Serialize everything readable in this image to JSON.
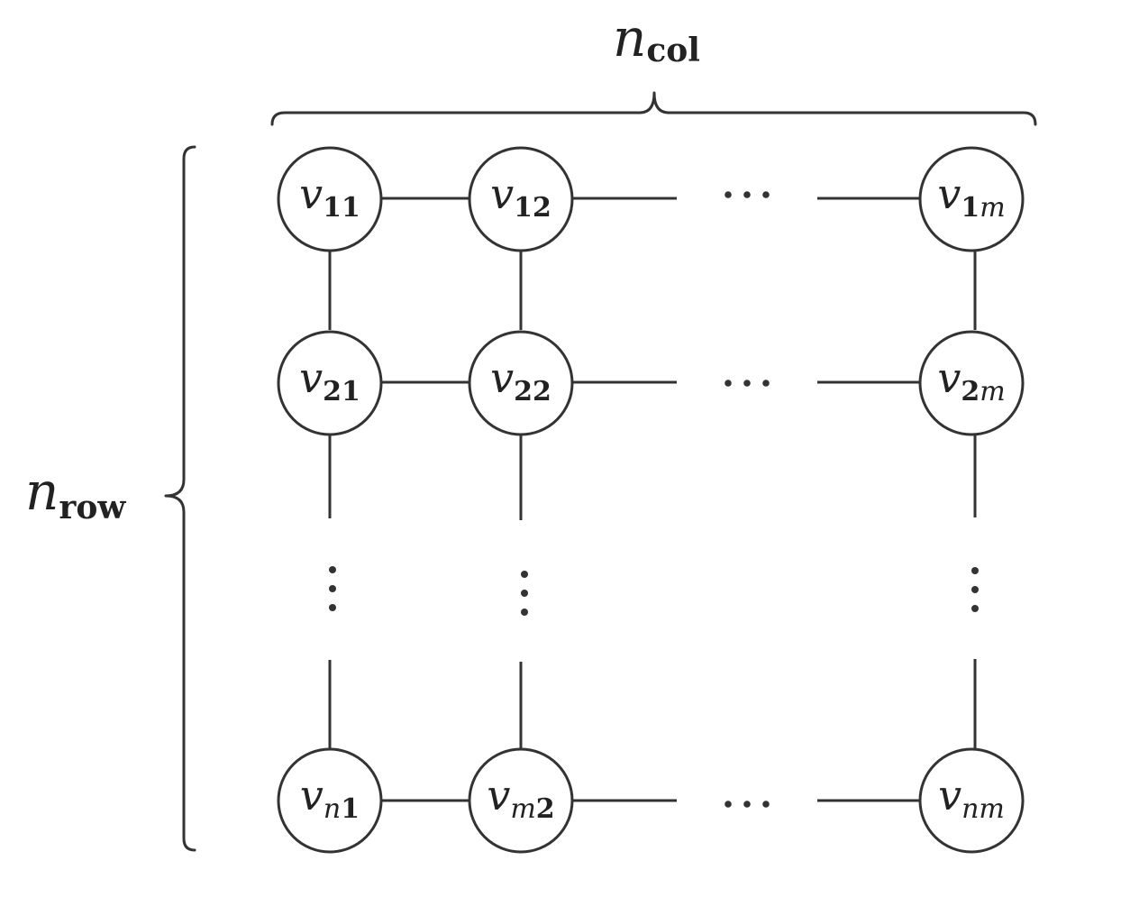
{
  "diagram": {
    "col_label": {
      "var": "n",
      "sub": "col"
    },
    "row_label": {
      "var": "n",
      "sub": "row"
    },
    "nodes": [
      {
        "id": "v11",
        "row": 1,
        "col": 1,
        "var": "v",
        "sub": [
          {
            "t": "1",
            "s": "bold"
          },
          {
            "t": "1",
            "s": "bold"
          }
        ]
      },
      {
        "id": "v12",
        "row": 1,
        "col": 2,
        "var": "v",
        "sub": [
          {
            "t": "1",
            "s": "bold"
          },
          {
            "t": "2",
            "s": "bold"
          }
        ]
      },
      {
        "id": "v1m",
        "row": 1,
        "col": 3,
        "var": "v",
        "sub": [
          {
            "t": "1",
            "s": "bold"
          },
          {
            "t": "m",
            "s": "italic"
          }
        ]
      },
      {
        "id": "v21",
        "row": 2,
        "col": 1,
        "var": "v",
        "sub": [
          {
            "t": "2",
            "s": "bold"
          },
          {
            "t": "1",
            "s": "bold"
          }
        ]
      },
      {
        "id": "v22",
        "row": 2,
        "col": 2,
        "var": "v",
        "sub": [
          {
            "t": "2",
            "s": "bold"
          },
          {
            "t": "2",
            "s": "bold"
          }
        ]
      },
      {
        "id": "v2m",
        "row": 2,
        "col": 3,
        "var": "v",
        "sub": [
          {
            "t": "2",
            "s": "bold"
          },
          {
            "t": "m",
            "s": "italic"
          }
        ]
      },
      {
        "id": "vn1",
        "row": 3,
        "col": 1,
        "var": "v",
        "sub": [
          {
            "t": "n",
            "s": "italic"
          },
          {
            "t": "1",
            "s": "bold"
          }
        ]
      },
      {
        "id": "vm2",
        "row": 3,
        "col": 2,
        "var": "v",
        "sub": [
          {
            "t": "m",
            "s": "italic"
          },
          {
            "t": "2",
            "s": "bold"
          }
        ]
      },
      {
        "id": "vnm",
        "row": 3,
        "col": 3,
        "var": "v",
        "sub": [
          {
            "t": "nm",
            "s": "italic"
          }
        ]
      }
    ],
    "ellipsis": {
      "horizontal": "···",
      "vertical": "⋮"
    }
  }
}
